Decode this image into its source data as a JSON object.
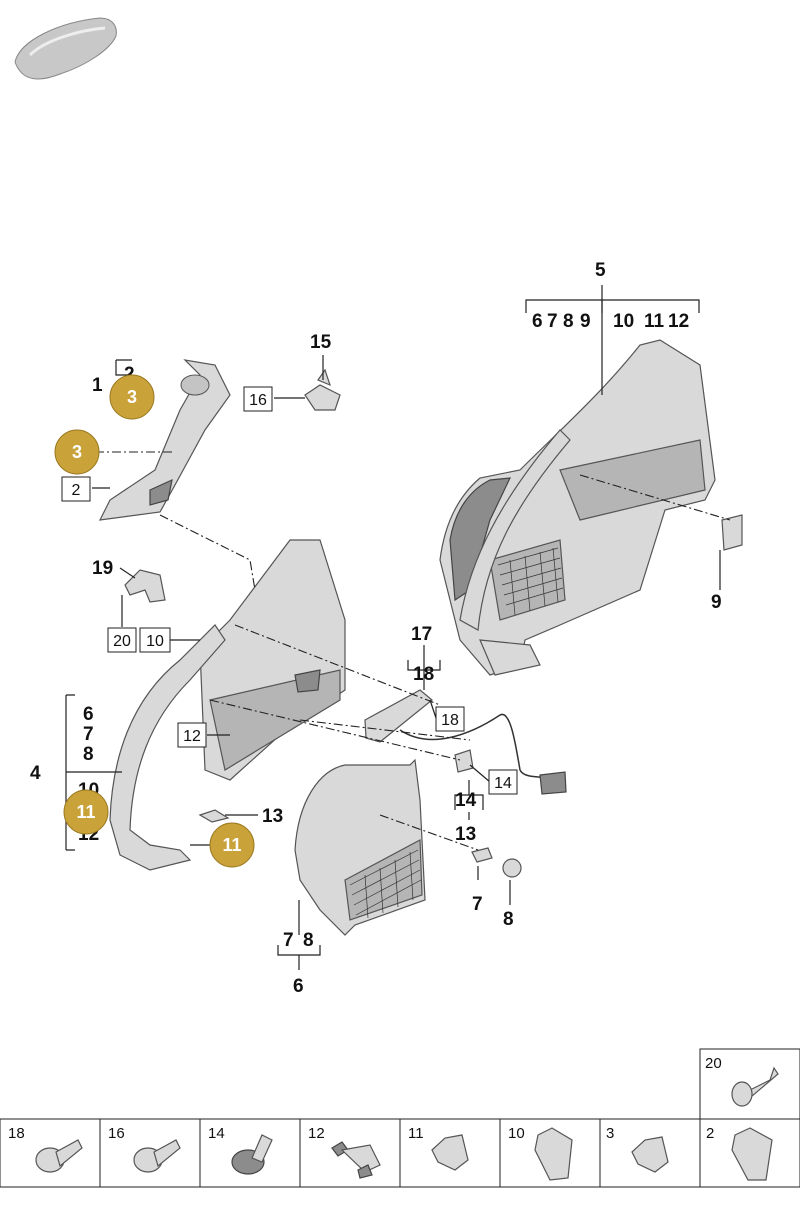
{
  "callouts": {
    "c1": "1",
    "c2a": "2",
    "c2b": "2",
    "c4": "4",
    "c5": "5",
    "c6": "6",
    "c7": "7",
    "c8": "8",
    "c9": "9",
    "c13": "13",
    "c14": "14",
    "c15": "15",
    "c17": "17",
    "c19": "19",
    "sub5": [
      "6",
      "7",
      "8",
      "9",
      "10",
      "11",
      "12"
    ],
    "sub4": [
      "6",
      "7",
      "8",
      "10",
      "12"
    ],
    "sub6": [
      "7",
      "8"
    ],
    "sub17": "18",
    "sub13": "14"
  },
  "gold_markers": [
    "3",
    "3",
    "11",
    "11"
  ],
  "boxed": {
    "b16": "16",
    "b20": "20",
    "b10": "10",
    "b12": "12",
    "b18": "18",
    "b14": "14",
    "b2": "2"
  },
  "fastener_table": {
    "top_cell": "20",
    "cells": [
      "18",
      "16",
      "14",
      "12",
      "11",
      "10",
      "3",
      "2"
    ]
  }
}
